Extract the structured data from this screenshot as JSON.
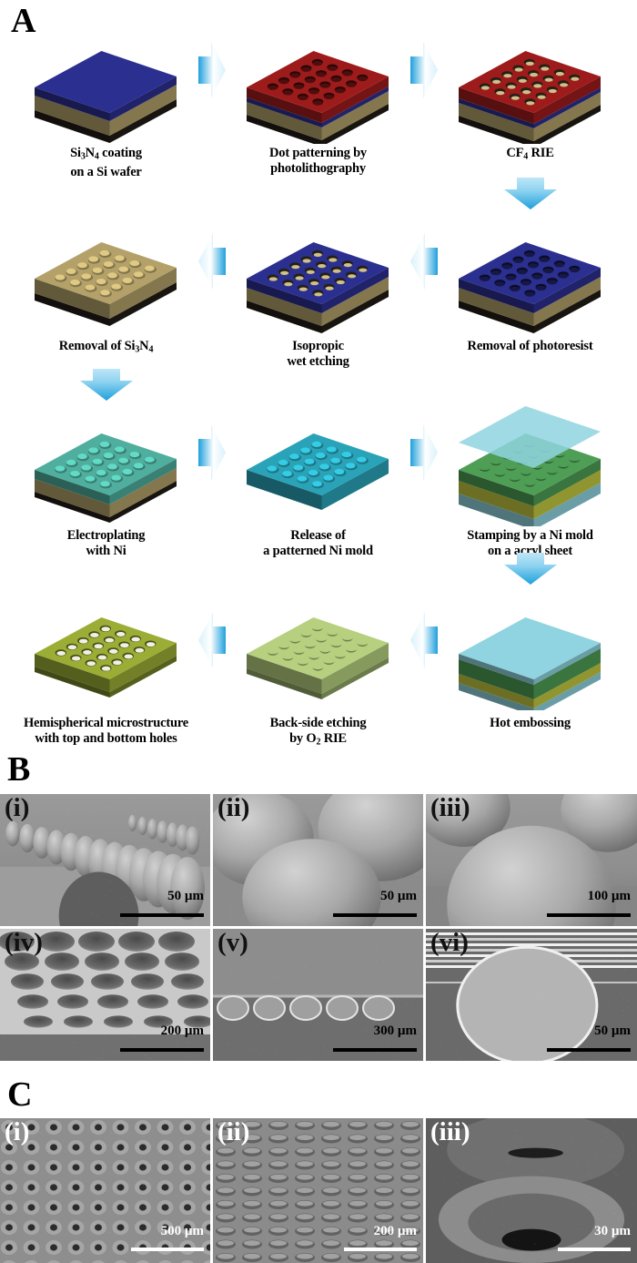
{
  "figure": {
    "panels": [
      "A",
      "B",
      "C"
    ]
  },
  "panelA": {
    "letter": "A",
    "steps": [
      {
        "id": "si3n4-coating",
        "line1": "Si<sub>3</sub>N<sub>4</sub> coating",
        "line2": "on a Si wafer",
        "plain": "Si3N4 coating on a Si wafer"
      },
      {
        "id": "dot-patterning",
        "line1": "Dot patterning by",
        "line2": "photolithography",
        "plain": "Dot patterning by photolithography"
      },
      {
        "id": "cf4-rie",
        "line1": "CF<sub>4</sub> RIE",
        "line2": "",
        "plain": "CF4 RIE"
      },
      {
        "id": "removal-photoresist",
        "line1": "Removal of photoresist",
        "line2": "",
        "plain": "Removal of photoresist"
      },
      {
        "id": "isotropic-wet-etching",
        "line1": "Isopropic",
        "line2": "wet etching",
        "plain": "Isopropic wet etching"
      },
      {
        "id": "removal-si3n4",
        "line1": "Removal of Si<sub>3</sub>N<sub>4</sub>",
        "line2": "",
        "plain": "Removal of Si3N4"
      },
      {
        "id": "electroplating-ni",
        "line1": "Electroplating",
        "line2": "with Ni",
        "plain": "Electroplating with Ni"
      },
      {
        "id": "release-ni-mold",
        "line1": "Release of",
        "line2": "a patterned Ni mold",
        "plain": "Release of a patterned Ni mold"
      },
      {
        "id": "stamping-ni-mold",
        "line1": "Stamping by a Ni mold",
        "line2": "on a acryl sheet",
        "plain": "Stamping by a Ni mold on a acryl sheet"
      },
      {
        "id": "hot-embossing",
        "line1": "Hot embossing",
        "line2": "",
        "plain": "Hot embossing"
      },
      {
        "id": "back-side-etching",
        "line1": "Back-side etching",
        "line2": "by O<sub>2</sub> RIE",
        "plain": "Back-side etching by O2 RIE"
      },
      {
        "id": "hemispherical-microstructure",
        "line1": "Hemispherical microstructure",
        "line2": "with top and bottom holes",
        "plain": "Hemispherical microstructure with top and bottom holes"
      }
    ],
    "colors": {
      "silicon_nitride_blue": "#2b2f8f",
      "photoresist_red": "#9e1b1b",
      "si_wafer_tan": "#b3a169",
      "substrate_dark": "#201c16",
      "nickel_teal": "#2aa3b8",
      "ni_plating_green": "#4fae9e",
      "acryl_lightblue": "#8fd4e0",
      "acryl_yellow": "#c4c93f",
      "embossed_green": "#4e9e55",
      "final_olive": "#9bad35",
      "etched_green": "#b7d07f",
      "arrow_blue": "#2ea8e0"
    }
  },
  "panelB": {
    "letter": "B",
    "tiles": [
      {
        "label": "(i)",
        "scale": "50 µm",
        "labelColor": "dark",
        "kind": "dome-row-angled"
      },
      {
        "label": "(ii)",
        "scale": "50 µm",
        "labelColor": "dark",
        "kind": "dome-pair-close"
      },
      {
        "label": "(iii)",
        "scale": "100 µm",
        "labelColor": "dark",
        "kind": "dome-single-large"
      },
      {
        "label": "(iv)",
        "scale": "200 µm",
        "labelColor": "dark",
        "kind": "dome-array-tilted"
      },
      {
        "label": "(v)",
        "scale": "300 µm",
        "labelColor": "dark",
        "kind": "cross-section-row"
      },
      {
        "label": "(vi)",
        "scale": "50 µm",
        "labelColor": "dark",
        "kind": "cross-section-single"
      }
    ]
  },
  "panelC": {
    "letter": "C",
    "tiles": [
      {
        "label": "(i)",
        "scale": "500 µm",
        "labelColor": "light",
        "kind": "hole-array-topview"
      },
      {
        "label": "(ii)",
        "scale": "200 µm",
        "labelColor": "light",
        "kind": "hole-array-tilted"
      },
      {
        "label": "(iii)",
        "scale": "30 µm",
        "labelColor": "light",
        "kind": "hole-closeup"
      }
    ]
  }
}
